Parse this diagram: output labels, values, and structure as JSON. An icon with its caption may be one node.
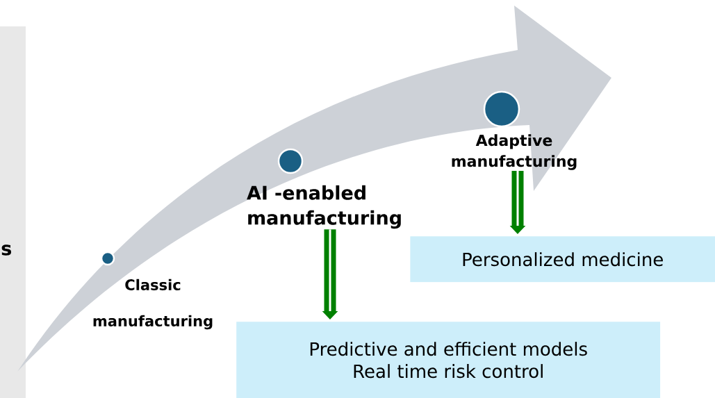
{
  "diagram": {
    "nodes": [
      {
        "text": [],
        "shape": "circle"
      },
      {
        "text": [
          "Classic manufacturing"
        ]
      },
      {
        "text": [],
        "shape": "circle"
      },
      {
        "text": [
          "AI -enabled manufacturing"
        ]
      },
      {
        "text": [],
        "shape": "circle"
      },
      {
        "text": [
          "Adaptive manufacturing"
        ]
      },
      {
        "text": [
          "Personalized medicine"
        ]
      },
      {
        "text": [
          "Predictive and efficient models",
          "Real time risk control"
        ]
      }
    ],
    "edges": [
      {
        "from": 5,
        "to": 6,
        "arrow": "to"
      },
      {
        "from": 3,
        "to": 7,
        "arrow": "to"
      }
    ],
    "labels": [
      "s"
    ]
  }
}
